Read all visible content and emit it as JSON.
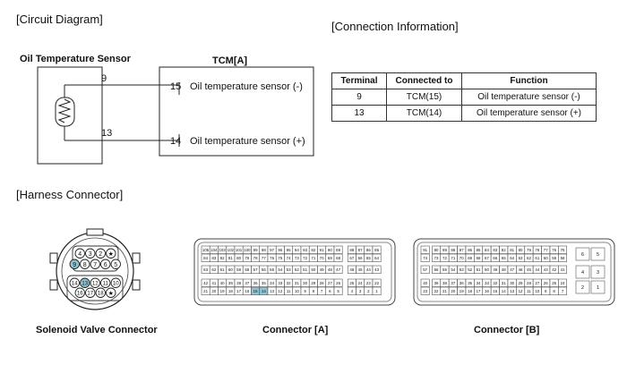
{
  "sections": {
    "circuit_diagram": "[Circuit Diagram]",
    "connection_information": "[Connection Information]",
    "harness_connector": "[Harness Connector]"
  },
  "circuit": {
    "sensor_title": "Oil Temperature Sensor",
    "tcm_title": "TCM[A]",
    "wire_top": {
      "sensor_pin": "9",
      "tcm_pin": "15",
      "tcm_label": "Oil temperature sensor (-)"
    },
    "wire_bottom": {
      "sensor_pin": "13",
      "tcm_pin": "14",
      "tcm_label": "Oil temperature sensor (+)"
    }
  },
  "connection_table": {
    "headers": [
      "Terminal",
      "Connected to",
      "Function"
    ],
    "rows": [
      [
        "9",
        "TCM(15)",
        "Oil temperature sensor (-)"
      ],
      [
        "13",
        "TCM(14)",
        "Oil temperature sensor (+)"
      ]
    ]
  },
  "connectors": {
    "solenoid": {
      "caption": "Solenoid Valve Connector",
      "rows": [
        [
          "4",
          "3",
          "2",
          "★"
        ],
        [
          "9",
          "8",
          "7",
          "6",
          "5"
        ],
        [
          "14",
          "13",
          "12",
          "11",
          "10"
        ],
        [
          "16",
          "17",
          "18",
          "★"
        ]
      ],
      "highlight": [
        "9",
        "13"
      ]
    },
    "a": {
      "caption": "Connector [A]",
      "rows": [
        [
          "105",
          "104",
          "103",
          "102",
          "101",
          "100",
          "99",
          "98",
          "97",
          "96",
          "95",
          "94",
          "93",
          "92",
          "91",
          "90",
          "89",
          "88",
          "87",
          "86",
          "85"
        ],
        [
          "84",
          "83",
          "82",
          "81",
          "80",
          "79",
          "78",
          "77",
          "76",
          "75",
          "74",
          "73",
          "72",
          "71",
          "70",
          "69",
          "68",
          "67",
          "66",
          "65",
          "64"
        ],
        [
          "63",
          "62",
          "61",
          "60",
          "59",
          "58",
          "57",
          "56",
          "55",
          "54",
          "53",
          "52",
          "51",
          "50",
          "49",
          "48",
          "47",
          "46",
          "45",
          "44",
          "43"
        ],
        [
          "42",
          "41",
          "40",
          "39",
          "38",
          "37",
          "36",
          "35",
          "34",
          "33",
          "32",
          "31",
          "30",
          "29",
          "28",
          "27",
          "26",
          "25",
          "24",
          "23",
          "22"
        ],
        [
          "21",
          "20",
          "19",
          "18",
          "17",
          "16",
          "15",
          "14",
          "13",
          "12",
          "11",
          "10",
          "9",
          "8",
          "7",
          "6",
          "5",
          "4",
          "3",
          "2",
          "1"
        ]
      ],
      "highlight": [
        "15",
        "14"
      ]
    },
    "b": {
      "caption": "Connector [B]",
      "rows": [
        [
          "91",
          "90",
          "89",
          "88",
          "87",
          "86",
          "85",
          "84",
          "83",
          "82",
          "81",
          "80",
          "79",
          "78",
          "77",
          "76",
          "75"
        ],
        [
          "74",
          "73",
          "72",
          "71",
          "70",
          "69",
          "68",
          "67",
          "66",
          "65",
          "64",
          "63",
          "62",
          "61",
          "60",
          "59",
          "58"
        ],
        [
          "57",
          "56",
          "55",
          "54",
          "53",
          "52",
          "51",
          "50",
          "49",
          "48",
          "47",
          "46",
          "45",
          "44",
          "43",
          "42",
          "41"
        ],
        [
          "40",
          "39",
          "38",
          "37",
          "36",
          "35",
          "34",
          "33",
          "32",
          "31",
          "30",
          "29",
          "28",
          "27",
          "26",
          "25",
          "24"
        ],
        [
          "23",
          "22",
          "21",
          "20",
          "19",
          "18",
          "17",
          "16",
          "15",
          "14",
          "13",
          "12",
          "11",
          "10",
          "9",
          "8",
          "7"
        ]
      ],
      "side": [
        "6",
        "5",
        "4",
        "3",
        "2",
        "1"
      ]
    }
  },
  "colors": {
    "highlight": "#8fc3d3"
  }
}
